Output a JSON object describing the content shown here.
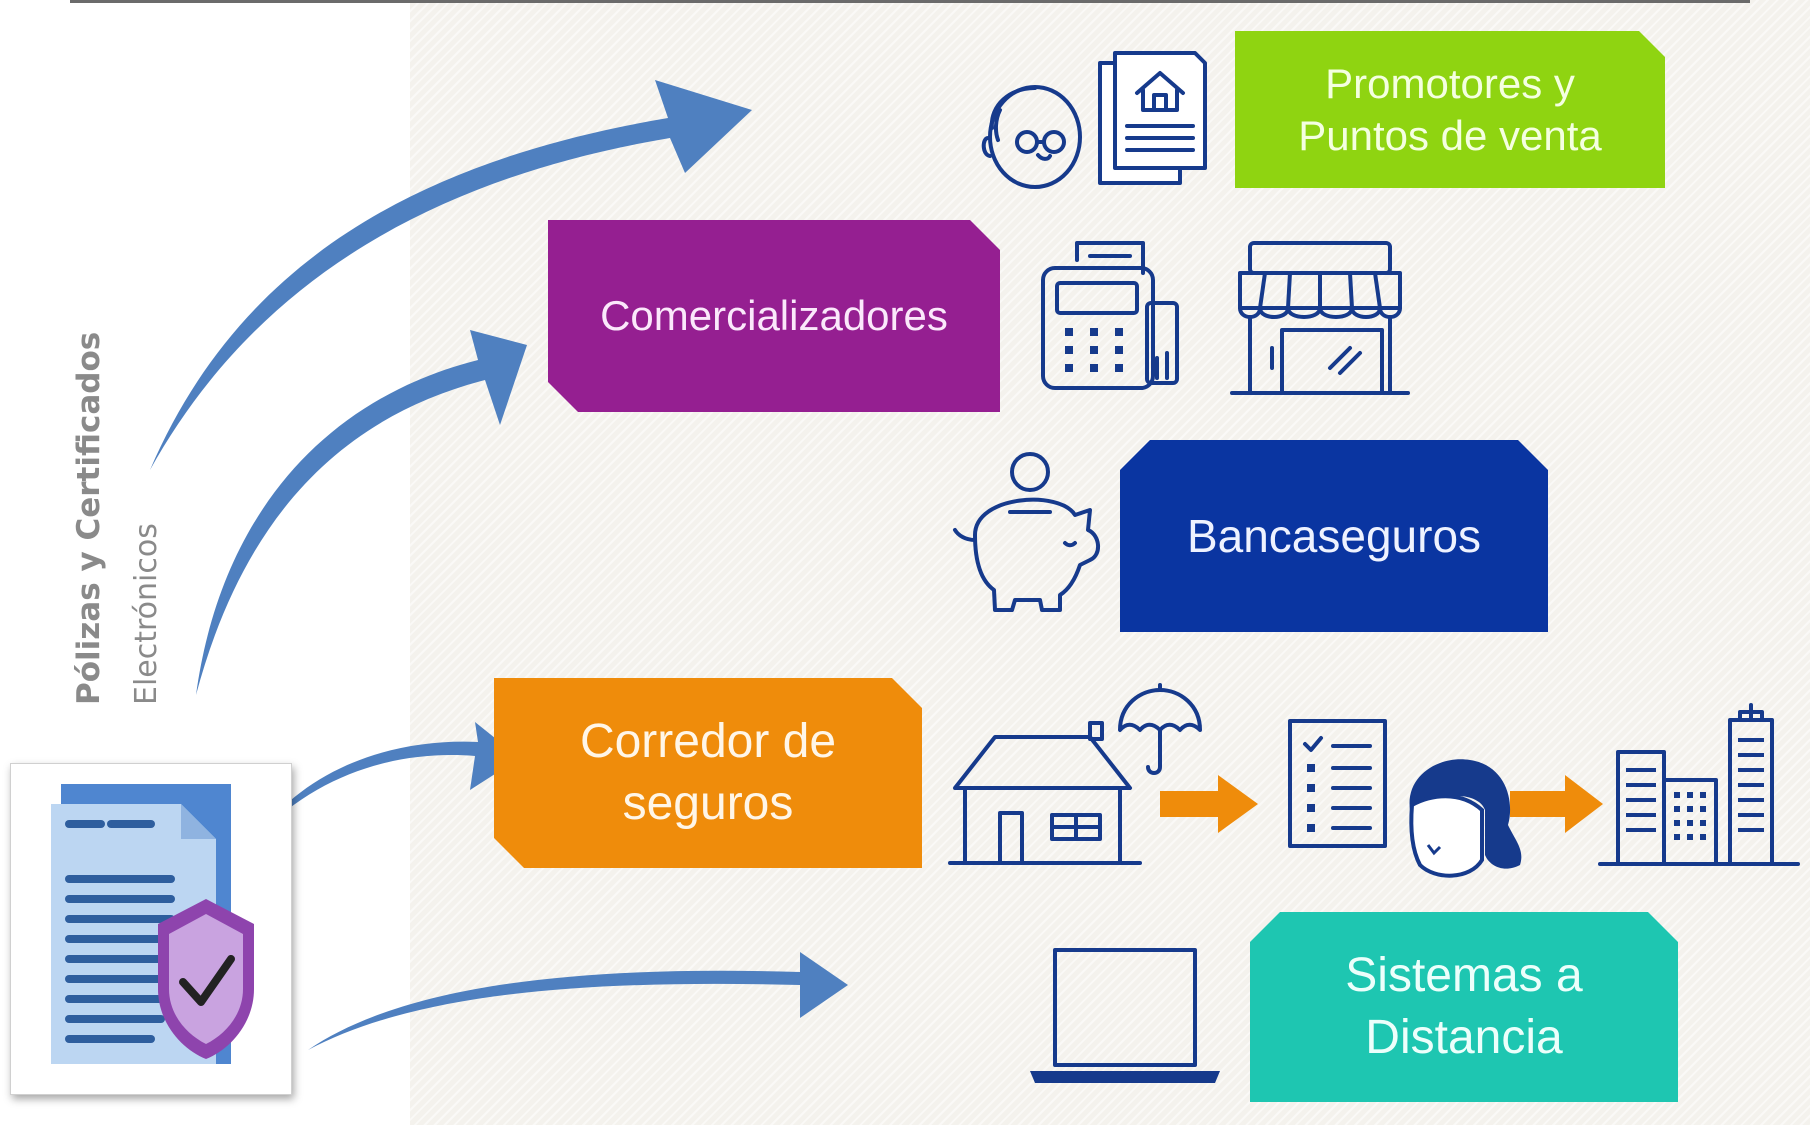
{
  "side_label": {
    "line1": "Pólizas y Certificados",
    "line2": "Electrónicos"
  },
  "channels": {
    "promotores": "Promotores y\nPuntos de venta",
    "comercializadores": "Comercializadores",
    "bancaseguros": "Bancaseguros",
    "corredor": "Corredor de\nseguros",
    "sistemas": "Sistemas a\nDistancia"
  },
  "colors": {
    "arrow_blue": "#4f80c0",
    "icon_navy": "#163a8c",
    "promotores": "#8fd411",
    "comercializadores": "#951f91",
    "bancaseguros": "#0a35a1",
    "corredor": "#ef8c0b",
    "sistemas": "#1ec6b1",
    "flow_arrow_orange": "#ef8c0b",
    "label_gray": "#8a8a8a",
    "shield_purple": "#8e44ad"
  },
  "icons": [
    "person-with-glasses-icon",
    "house-document-icon",
    "pos-terminal-icon",
    "storefront-icon",
    "piggy-bank-icon",
    "house-umbrella-icon",
    "checklist-icon",
    "customer-agent-icon",
    "buildings-icon",
    "laptop-icon",
    "insurance-document-shield-icon"
  ]
}
